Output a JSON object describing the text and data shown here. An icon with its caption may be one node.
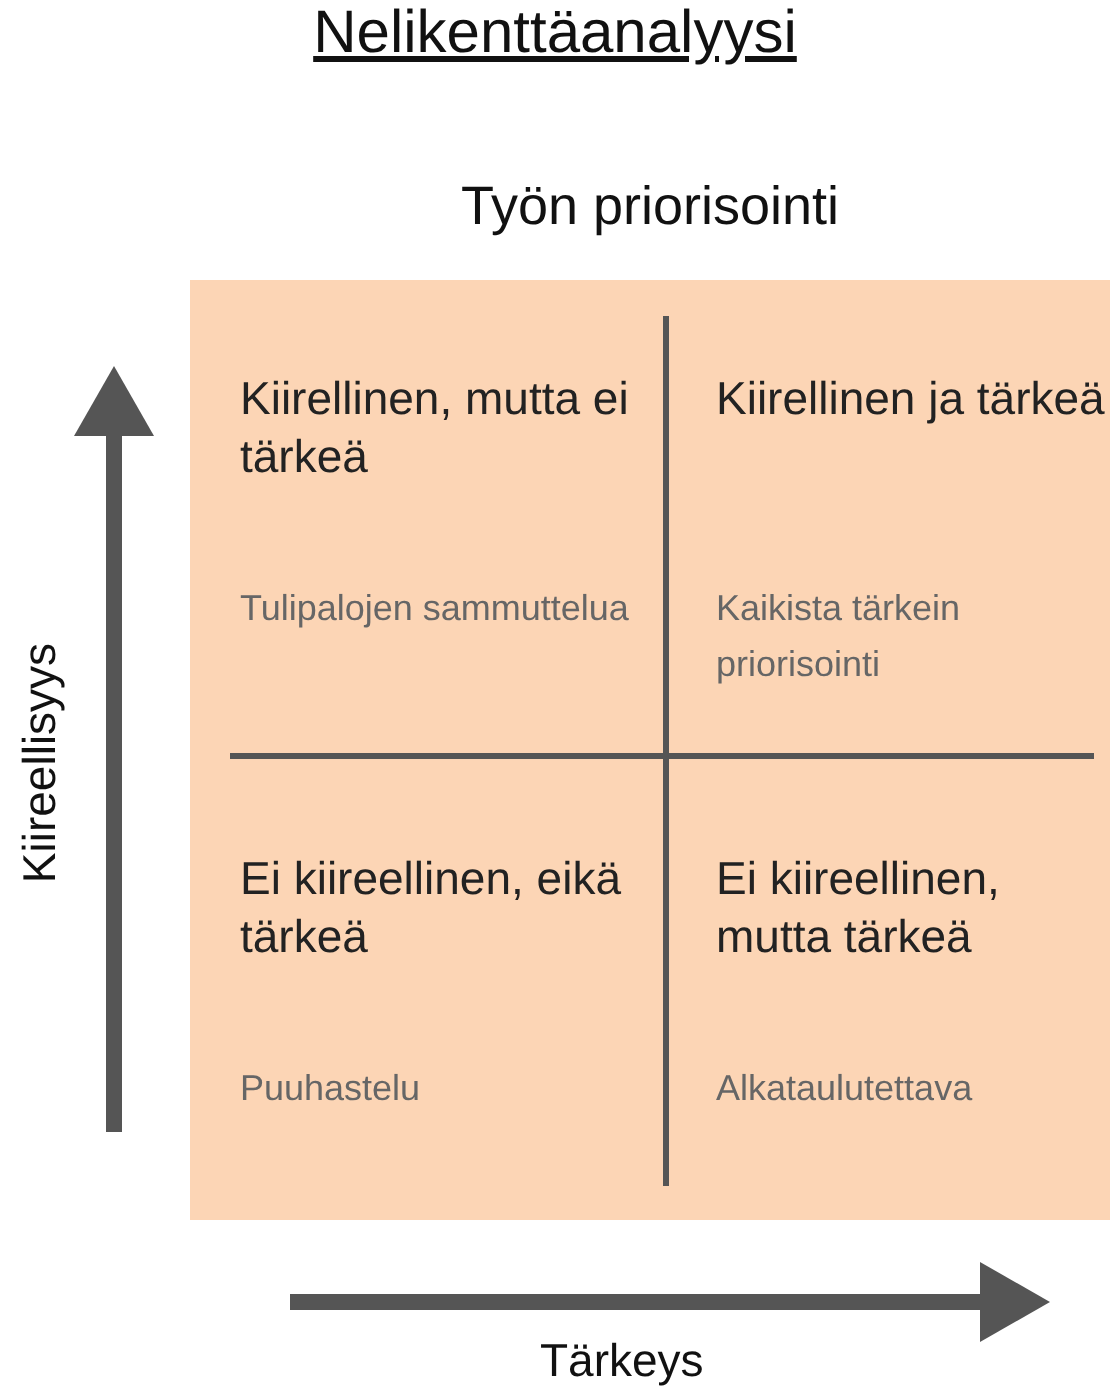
{
  "diagram": {
    "title": "Nelikenttäanalyysi",
    "nodes": [
      {
        "text": [
          "Työn priorisointi"
        ]
      },
      {
        "text": [
          "Kiirellinen, mutta ei tärkeä",
          "Tulipalojen sammuttelua"
        ],
        "in": 0
      },
      {
        "text": [
          "Kiirellinen ja tärkeä",
          "Kaikista tärkein priorisointi"
        ],
        "in": 0
      },
      {
        "text": [
          "Ei kiireellinen, eikä tärkeä",
          "Puuhastelu"
        ],
        "in": 0
      },
      {
        "text": [
          "Ei kiireellinen, mutta tärkeä",
          "Alkataulutettava"
        ],
        "in": 0
      }
    ],
    "edges": [],
    "labels": [
      "Kiireellisyys",
      "Tärkeys"
    ]
  }
}
